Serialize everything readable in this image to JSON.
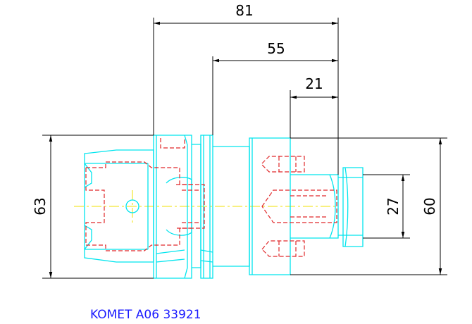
{
  "dimensions": {
    "overall_length": "81",
    "flange_length": "55",
    "insert_length": "21",
    "shank_diameter": "63",
    "body_diameter": "60",
    "pilot_diameter": "27"
  },
  "caption": "KOMET A06 33921",
  "colors": {
    "outline": "#00e5ee",
    "hidden": "#e0282a",
    "centerline": "#f0e000",
    "dimension": "#000000",
    "caption": "#1a1aff"
  }
}
